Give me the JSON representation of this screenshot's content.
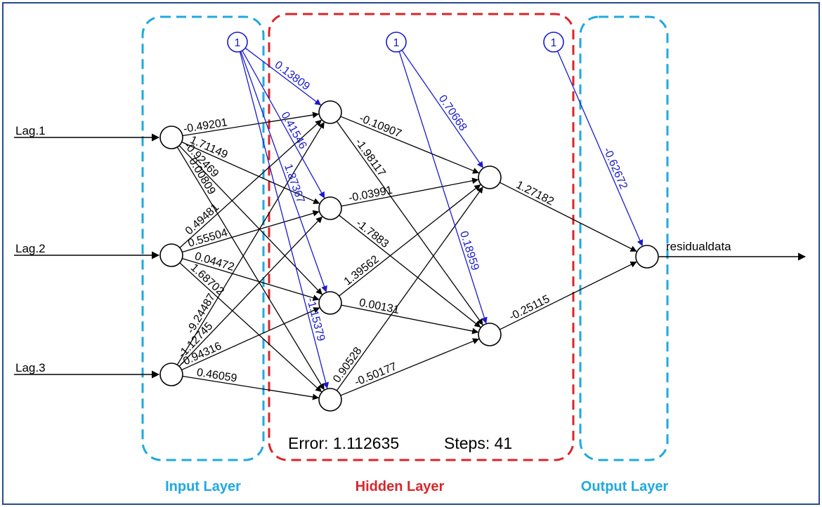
{
  "inputs": [
    "Lag.1",
    "Lag.2",
    "Lag.3"
  ],
  "output": "residualdata",
  "bias_label": "1",
  "groups": {
    "input": "Input Layer",
    "hidden": "Hidden Layer",
    "output": "Output Layer"
  },
  "stats": {
    "error": "Error: 1.112635",
    "steps": "Steps: 41"
  },
  "colors": {
    "weight": "#000000",
    "bias": "#1a1acc",
    "input_box": "#1fa8e0",
    "hidden_box": "#d9252a",
    "output_box": "#1fa8e0",
    "frame": "#2a4a8a"
  },
  "weights": {
    "input_hidden": [
      {
        "from": "Lag.1",
        "to": "H1.1",
        "label": "-0.49201"
      },
      {
        "from": "Lag.1",
        "to": "H1.2",
        "label": "1.71149"
      },
      {
        "from": "Lag.1",
        "to": "H1.3",
        "label": "-0.92469"
      },
      {
        "from": "Lag.1",
        "to": "H1.4",
        "label": "0.00809"
      },
      {
        "from": "Lag.2",
        "to": "H1.1",
        "label": "0.49481"
      },
      {
        "from": "Lag.2",
        "to": "H1.2",
        "label": "0.55504"
      },
      {
        "from": "Lag.2",
        "to": "H1.3",
        "label": "0.04472"
      },
      {
        "from": "Lag.2",
        "to": "H1.4",
        "label": "1.68702"
      },
      {
        "from": "Lag.3",
        "to": "H1.1",
        "label": "-9.24487"
      },
      {
        "from": "Lag.3",
        "to": "H1.2",
        "label": "-1.12745"
      },
      {
        "from": "Lag.3",
        "to": "H1.3",
        "label": "-0.94316"
      },
      {
        "from": "Lag.3",
        "to": "H1.4",
        "label": "0.46059"
      }
    ],
    "hidden_hidden": [
      {
        "from": "H1.1",
        "to": "H2.1",
        "label": "-0.10907"
      },
      {
        "from": "H1.1",
        "to": "H2.2",
        "label": "-1.98117"
      },
      {
        "from": "H1.2",
        "to": "H2.1",
        "label": "-0.03991"
      },
      {
        "from": "H1.2",
        "to": "H2.2",
        "label": "-1.7883"
      },
      {
        "from": "H1.3",
        "to": "H2.1",
        "label": "1.39562"
      },
      {
        "from": "H1.3",
        "to": "H2.2",
        "label": "0.00131"
      },
      {
        "from": "H1.4",
        "to": "H2.1",
        "label": "0.90528"
      },
      {
        "from": "H1.4",
        "to": "H2.2",
        "label": "-0.50177"
      }
    ],
    "hidden_output": [
      {
        "from": "H2.1",
        "to": "residualdata",
        "label": "1.27182"
      },
      {
        "from": "H2.2",
        "to": "residualdata",
        "label": "-0.25115"
      }
    ],
    "bias": [
      {
        "to": "H1.1",
        "label": "0.13809"
      },
      {
        "to": "H1.2",
        "label": "0.41546"
      },
      {
        "to": "H1.3",
        "label": "1.87367"
      },
      {
        "to": "H1.4",
        "label": "-1.15379"
      },
      {
        "to": "H2.1",
        "label": "0.70668"
      },
      {
        "to": "H2.2",
        "label": "0.18959"
      },
      {
        "to": "residualdata",
        "label": "-0.62672"
      }
    ]
  }
}
